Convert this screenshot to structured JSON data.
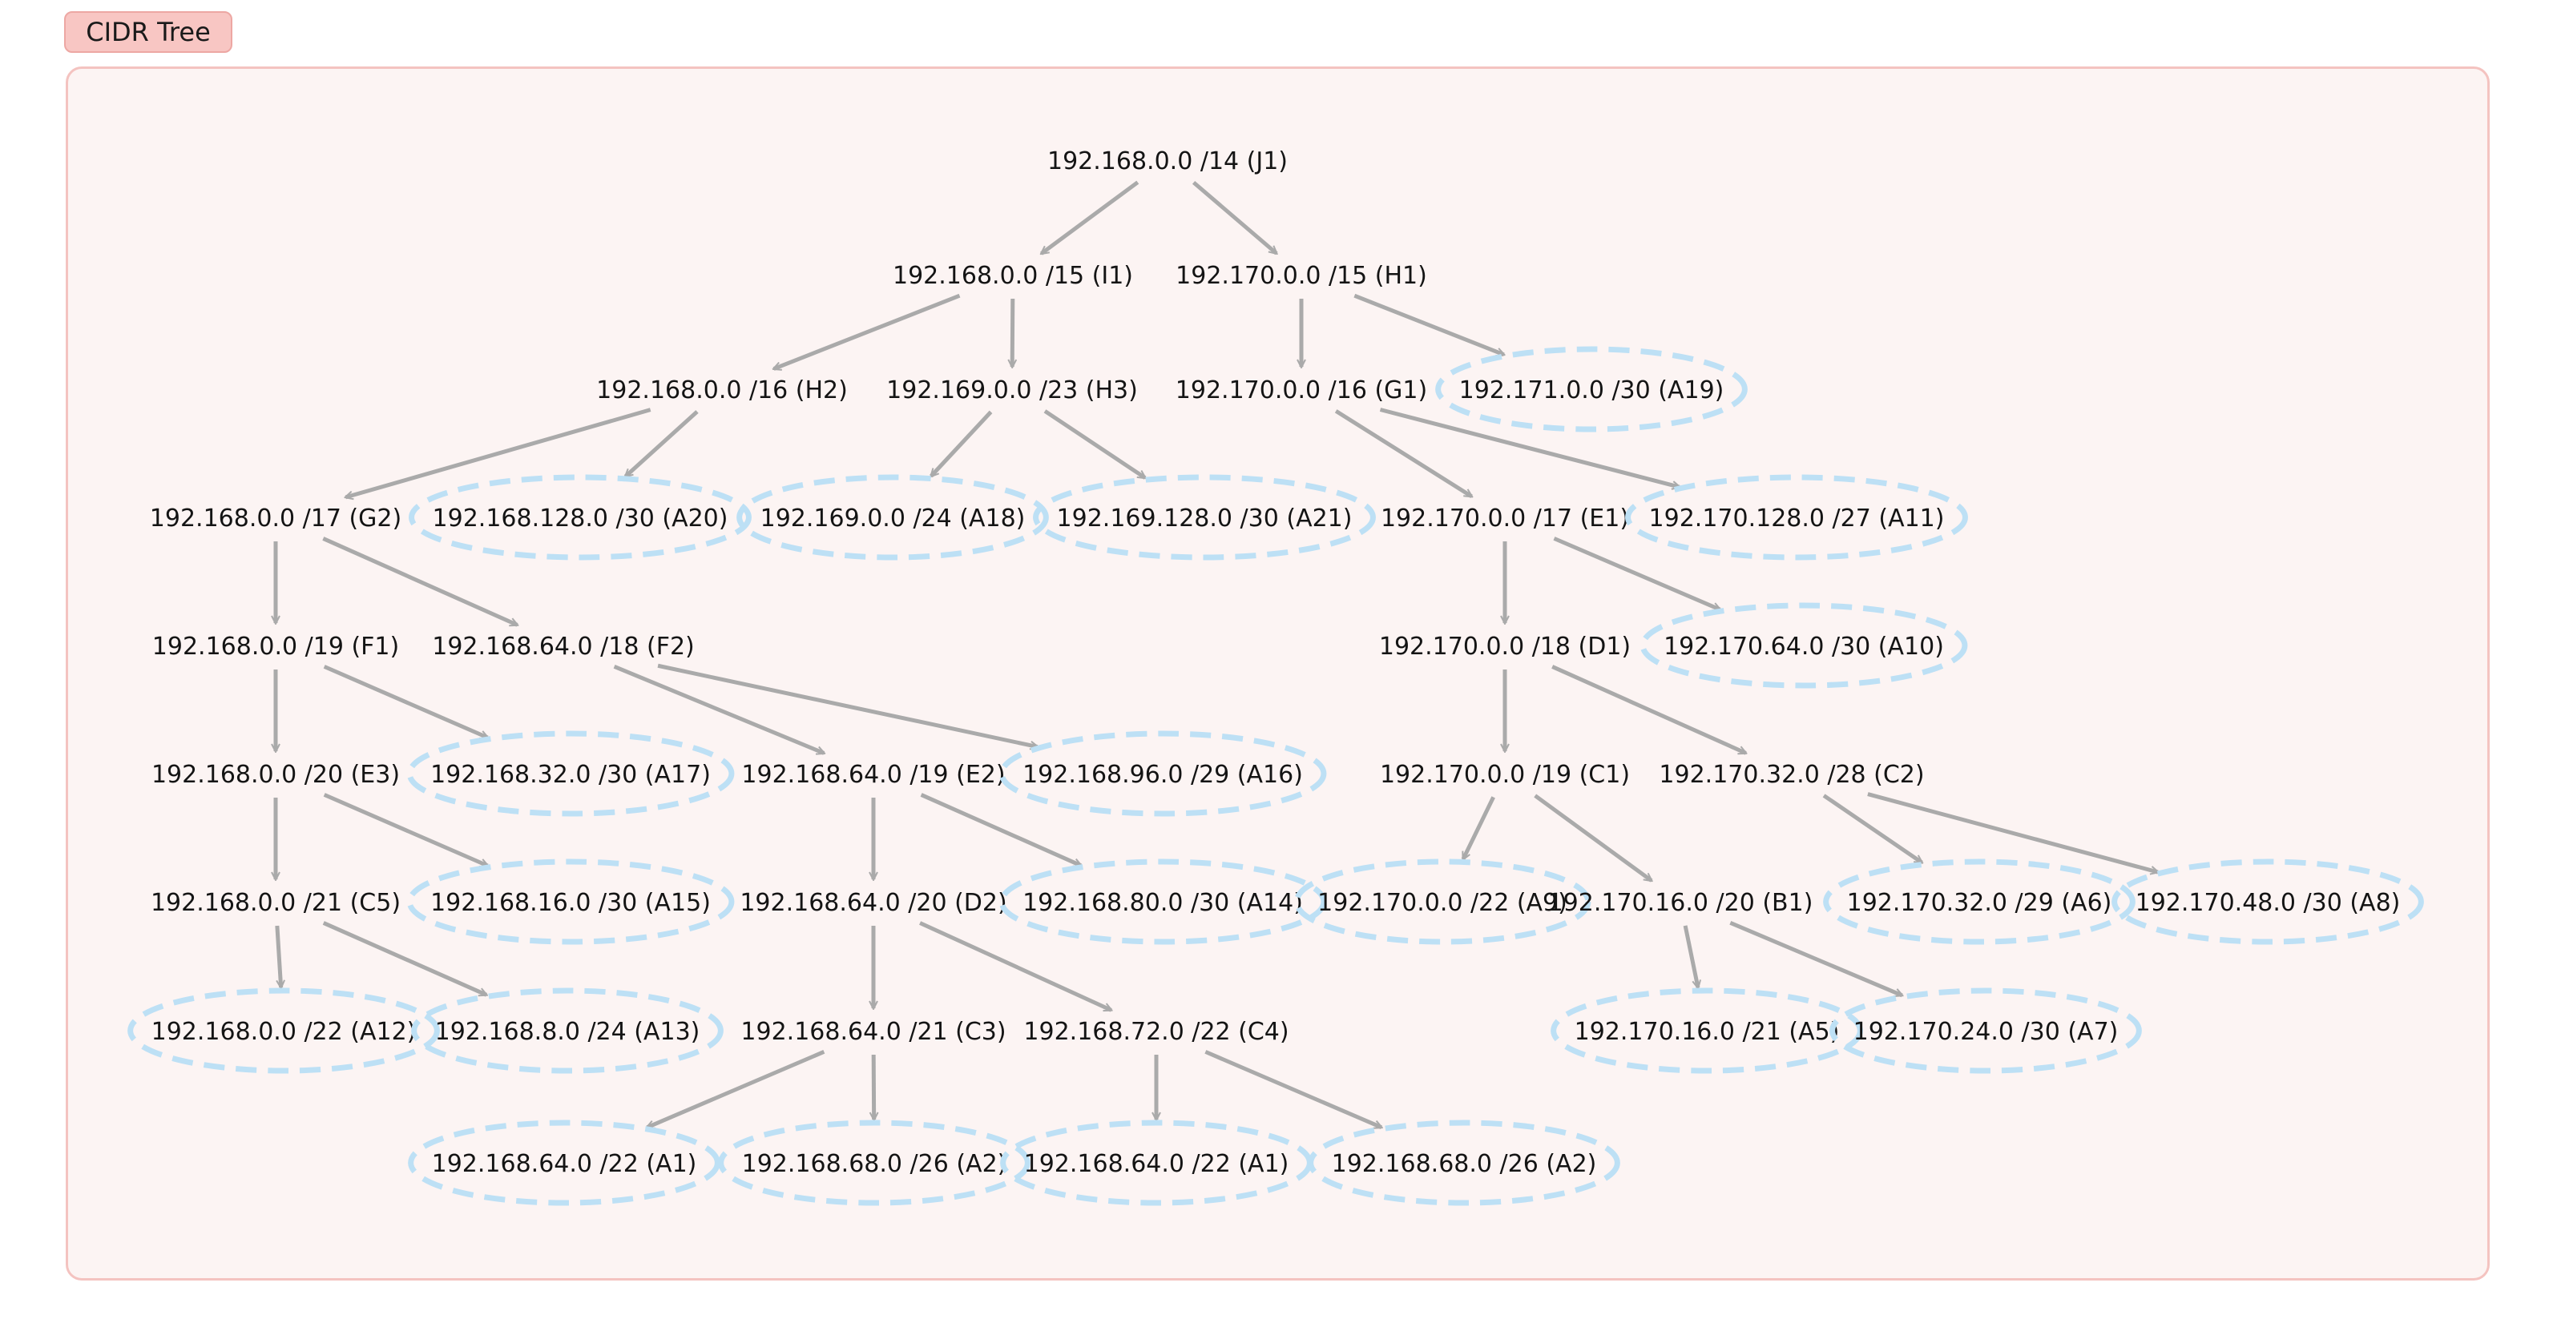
{
  "title": "CIDR Tree",
  "colors": {
    "tab_fill": "#f8c6c3",
    "frame_fill": "#fcf4f3",
    "frame_border": "#f4c3c0",
    "edge": "#aaaaaa",
    "leaf_ring": "#bde0f5",
    "text": "#141414"
  },
  "nodes": [
    {
      "id": "J1",
      "label": "192.168.0.0 /14 (J1)",
      "leaf": false
    },
    {
      "id": "I1",
      "label": "192.168.0.0 /15 (I1)",
      "leaf": false
    },
    {
      "id": "H1",
      "label": "192.170.0.0 /15 (H1)",
      "leaf": false
    },
    {
      "id": "H2",
      "label": "192.168.0.0 /16 (H2)",
      "leaf": false
    },
    {
      "id": "H3",
      "label": "192.169.0.0 /23 (H3)",
      "leaf": false
    },
    {
      "id": "G1",
      "label": "192.170.0.0 /16 (G1)",
      "leaf": false
    },
    {
      "id": "A19",
      "label": "192.171.0.0 /30 (A19)",
      "leaf": true
    },
    {
      "id": "G2",
      "label": "192.168.0.0 /17 (G2)",
      "leaf": false
    },
    {
      "id": "A20",
      "label": "192.168.128.0 /30 (A20)",
      "leaf": true
    },
    {
      "id": "A18",
      "label": "192.169.0.0 /24 (A18)",
      "leaf": true
    },
    {
      "id": "A21",
      "label": "192.169.128.0 /30 (A21)",
      "leaf": true
    },
    {
      "id": "E1",
      "label": "192.170.0.0 /17 (E1)",
      "leaf": false
    },
    {
      "id": "A11",
      "label": "192.170.128.0 /27 (A11)",
      "leaf": true
    },
    {
      "id": "F1",
      "label": "192.168.0.0 /19 (F1)",
      "leaf": false
    },
    {
      "id": "F2",
      "label": "192.168.64.0 /18 (F2)",
      "leaf": false
    },
    {
      "id": "D1",
      "label": "192.170.0.0 /18 (D1)",
      "leaf": false
    },
    {
      "id": "A10",
      "label": "192.170.64.0 /30 (A10)",
      "leaf": true
    },
    {
      "id": "E3",
      "label": "192.168.0.0 /20 (E3)",
      "leaf": false
    },
    {
      "id": "A17",
      "label": "192.168.32.0 /30 (A17)",
      "leaf": true
    },
    {
      "id": "E2",
      "label": "192.168.64.0 /19 (E2)",
      "leaf": false
    },
    {
      "id": "A16",
      "label": "192.168.96.0 /29 (A16)",
      "leaf": true
    },
    {
      "id": "C1",
      "label": "192.170.0.0 /19 (C1)",
      "leaf": false
    },
    {
      "id": "C2",
      "label": "192.170.32.0 /28 (C2)",
      "leaf": false
    },
    {
      "id": "C5",
      "label": "192.168.0.0 /21 (C5)",
      "leaf": false
    },
    {
      "id": "A15",
      "label": "192.168.16.0 /30 (A15)",
      "leaf": true
    },
    {
      "id": "D2",
      "label": "192.168.64.0 /20 (D2)",
      "leaf": false
    },
    {
      "id": "A14",
      "label": "192.168.80.0 /30 (A14)",
      "leaf": true
    },
    {
      "id": "A9",
      "label": "192.170.0.0 /22 (A9)",
      "leaf": true
    },
    {
      "id": "B1",
      "label": "192.170.16.0 /20 (B1)",
      "leaf": false
    },
    {
      "id": "A6",
      "label": "192.170.32.0 /29 (A6)",
      "leaf": true
    },
    {
      "id": "A8",
      "label": "192.170.48.0 /30 (A8)",
      "leaf": true
    },
    {
      "id": "A12",
      "label": "192.168.0.0 /22 (A12)",
      "leaf": true
    },
    {
      "id": "A13",
      "label": "192.168.8.0 /24 (A13)",
      "leaf": true
    },
    {
      "id": "C3",
      "label": "192.168.64.0 /21 (C3)",
      "leaf": false
    },
    {
      "id": "C4",
      "label": "192.168.72.0 /22 (C4)",
      "leaf": false
    },
    {
      "id": "A5",
      "label": "192.170.16.0 /21 (A5)",
      "leaf": true
    },
    {
      "id": "A7",
      "label": "192.170.24.0 /30 (A7)",
      "leaf": true
    },
    {
      "id": "A1a",
      "label": "192.168.64.0 /22 (A1)",
      "leaf": true
    },
    {
      "id": "A2a",
      "label": "192.168.68.0 /26 (A2)",
      "leaf": true
    },
    {
      "id": "A1b",
      "label": "192.168.64.0 /22 (A1)",
      "leaf": true
    },
    {
      "id": "A2b",
      "label": "192.168.68.0 /26 (A2)",
      "leaf": true
    }
  ],
  "edges": [
    [
      "J1",
      "I1"
    ],
    [
      "J1",
      "H1"
    ],
    [
      "I1",
      "H2"
    ],
    [
      "I1",
      "H3"
    ],
    [
      "H1",
      "G1"
    ],
    [
      "H1",
      "A19"
    ],
    [
      "H2",
      "G2"
    ],
    [
      "H2",
      "A20"
    ],
    [
      "H3",
      "A18"
    ],
    [
      "H3",
      "A21"
    ],
    [
      "G1",
      "E1"
    ],
    [
      "G1",
      "A11"
    ],
    [
      "G2",
      "F1"
    ],
    [
      "G2",
      "F2"
    ],
    [
      "E1",
      "D1"
    ],
    [
      "E1",
      "A10"
    ],
    [
      "F1",
      "E3"
    ],
    [
      "F1",
      "A17"
    ],
    [
      "F2",
      "E2"
    ],
    [
      "F2",
      "A16"
    ],
    [
      "D1",
      "C1"
    ],
    [
      "D1",
      "C2"
    ],
    [
      "E3",
      "C5"
    ],
    [
      "E3",
      "A15"
    ],
    [
      "E2",
      "D2"
    ],
    [
      "E2",
      "A14"
    ],
    [
      "C1",
      "A9"
    ],
    [
      "C1",
      "B1"
    ],
    [
      "C2",
      "A6"
    ],
    [
      "C2",
      "A8"
    ],
    [
      "C5",
      "A12"
    ],
    [
      "C5",
      "A13"
    ],
    [
      "D2",
      "C3"
    ],
    [
      "D2",
      "C4"
    ],
    [
      "B1",
      "A5"
    ],
    [
      "B1",
      "A7"
    ],
    [
      "C3",
      "A1a"
    ],
    [
      "C3",
      "A2a"
    ],
    [
      "C4",
      "A1b"
    ],
    [
      "C4",
      "A2b"
    ]
  ]
}
